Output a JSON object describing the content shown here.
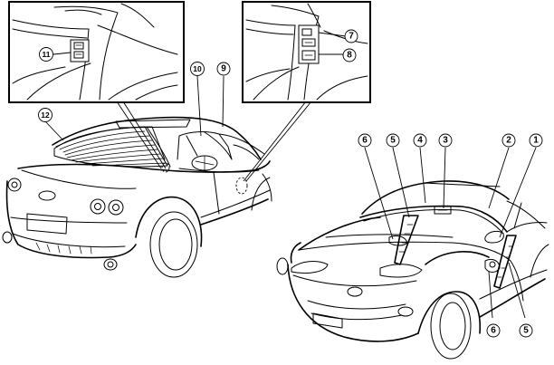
{
  "callouts": {
    "c1": "1",
    "c2": "2",
    "c3": "3",
    "c4": "4",
    "c5": "5",
    "c5b": "5",
    "c6": "6",
    "c6b": "6",
    "c7": "7",
    "c8": "8",
    "c9": "9",
    "c10": "10",
    "c11": "11",
    "c12": "12"
  }
}
